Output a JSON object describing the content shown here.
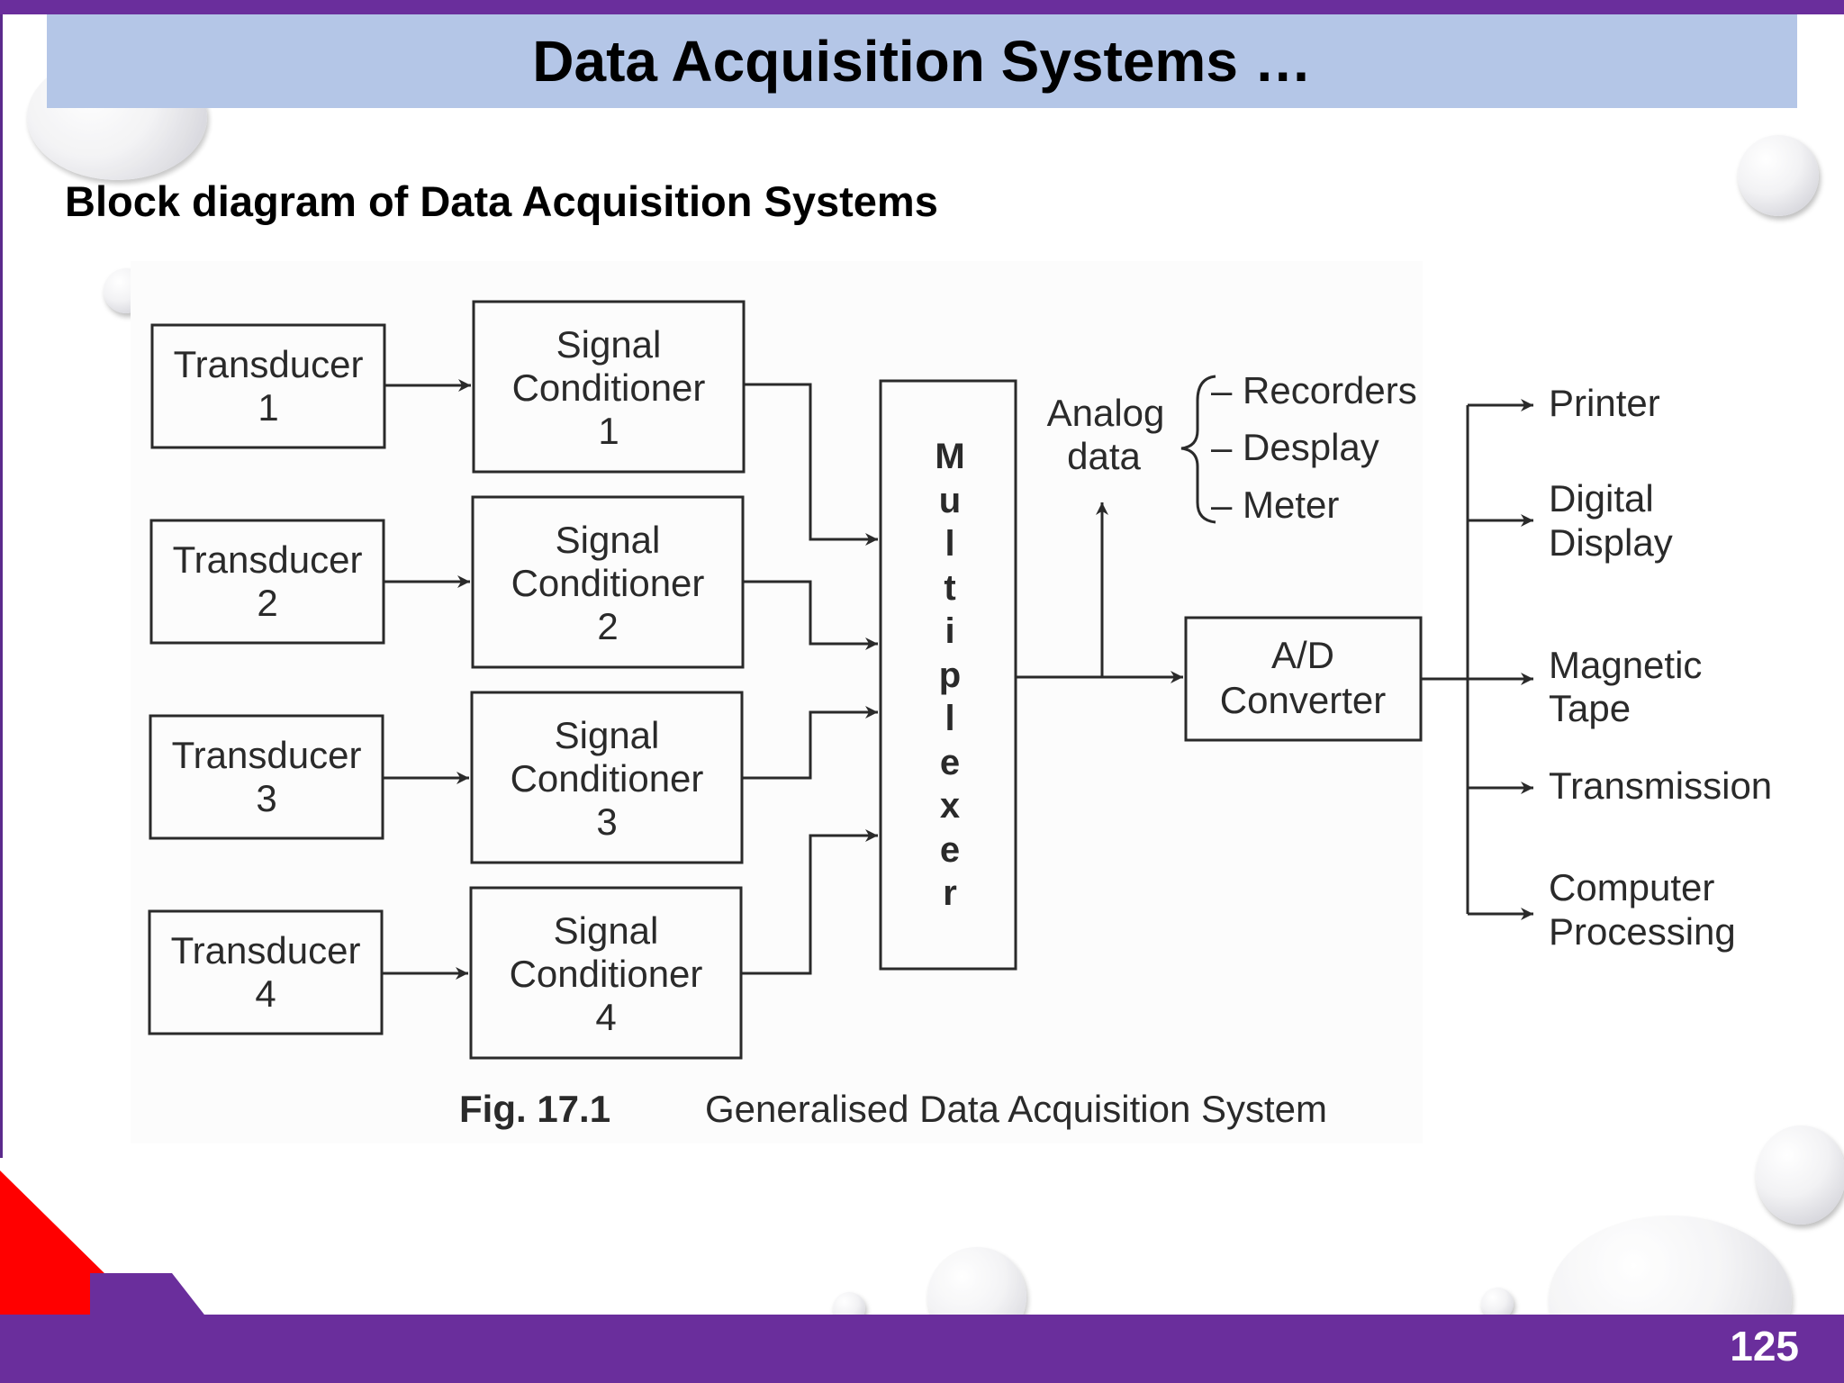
{
  "slide": {
    "title": "Data Acquisition Systems …",
    "subtitle": "Block diagram of Data Acquisition Systems",
    "page_number": "125"
  },
  "diagram": {
    "transducers": [
      {
        "line1": "Transducer",
        "line2": "1"
      },
      {
        "line1": "Transducer",
        "line2": "2"
      },
      {
        "line1": "Transducer",
        "line2": "3"
      },
      {
        "line1": "Transducer",
        "line2": "4"
      }
    ],
    "conditioners": [
      {
        "line1": "Signal",
        "line2": "Conditioner",
        "line3": "1"
      },
      {
        "line1": "Signal",
        "line2": "Conditioner",
        "line3": "2"
      },
      {
        "line1": "Signal",
        "line2": "Conditioner",
        "line3": "3"
      },
      {
        "line1": "Signal",
        "line2": "Conditioner",
        "line3": "4"
      }
    ],
    "multiplexer_letters": [
      "M",
      "u",
      "l",
      "t",
      "i",
      "p",
      "l",
      "e",
      "x",
      "e",
      "r"
    ],
    "analog_label": [
      "Analog",
      "data"
    ],
    "analog_outputs": [
      "– Recorders",
      "– Desplay",
      "– Meter"
    ],
    "converter": [
      "A/D",
      "Converter"
    ],
    "outputs": [
      {
        "line1": "Printer",
        "line2": ""
      },
      {
        "line1": "Digital",
        "line2": "Display"
      },
      {
        "line1": "Magnetic",
        "line2": "Tape"
      },
      {
        "line1": "Transmission",
        "line2": ""
      },
      {
        "line1": "Computer",
        "line2": "Processing"
      }
    ],
    "caption_fig": "Fig. 17.1",
    "caption_text": "Generalised Data Acquisition System"
  }
}
